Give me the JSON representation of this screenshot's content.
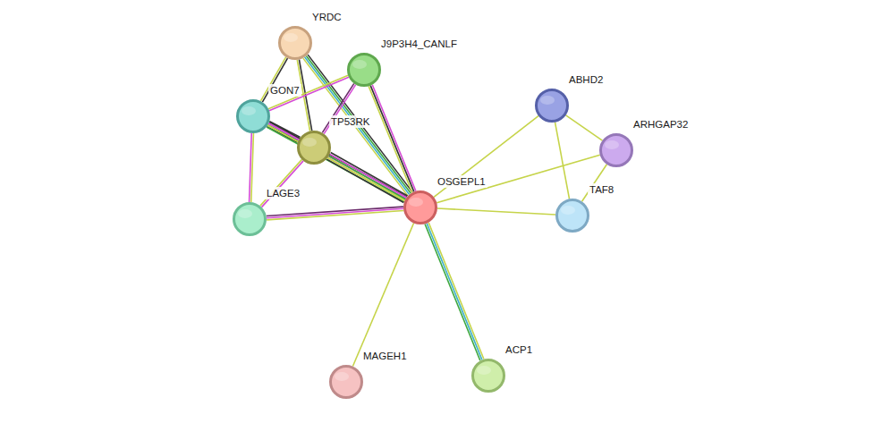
{
  "diagram": {
    "nodes": [
      {
        "text": [
          "YRDC"
        ]
      },
      {
        "text": [
          "J9P3H4_CANLF"
        ]
      },
      {
        "text": [
          "GON7"
        ]
      },
      {
        "text": [
          "TP53RK"
        ]
      },
      {
        "text": [
          "LAGE3"
        ]
      },
      {
        "text": [
          "OSGEPL1"
        ]
      },
      {
        "text": [
          "ABHD2"
        ]
      },
      {
        "text": [
          "ARHGAP32"
        ]
      },
      {
        "text": [
          "TAF8"
        ]
      },
      {
        "text": [
          "MAGEH1"
        ]
      },
      {
        "text": [
          "ACP1"
        ]
      }
    ],
    "edges": [
      {
        "from": 0,
        "to": 2,
        "arrow": "none"
      },
      {
        "from": 0,
        "to": 3,
        "arrow": "none"
      },
      {
        "from": 0,
        "to": 5,
        "arrow": "none"
      },
      {
        "from": 1,
        "to": 2,
        "arrow": "none"
      },
      {
        "from": 1,
        "to": 3,
        "arrow": "none"
      },
      {
        "from": 1,
        "to": 5,
        "arrow": "none"
      },
      {
        "from": 2,
        "to": 3,
        "arrow": "none"
      },
      {
        "from": 2,
        "to": 5,
        "arrow": "none"
      },
      {
        "from": 2,
        "to": 4,
        "arrow": "none"
      },
      {
        "from": 3,
        "to": 4,
        "arrow": "none"
      },
      {
        "from": 3,
        "to": 5,
        "arrow": "none"
      },
      {
        "from": 4,
        "to": 5,
        "arrow": "none"
      },
      {
        "from": 5,
        "to": 6,
        "arrow": "none"
      },
      {
        "from": 5,
        "to": 7,
        "arrow": "none"
      },
      {
        "from": 5,
        "to": 8,
        "arrow": "none"
      },
      {
        "from": 5,
        "to": 9,
        "arrow": "none"
      },
      {
        "from": 5,
        "to": 10,
        "arrow": "none"
      },
      {
        "from": 6,
        "to": 7,
        "arrow": "none"
      },
      {
        "from": 6,
        "to": 8,
        "arrow": "none"
      },
      {
        "from": 7,
        "to": 8,
        "arrow": "none"
      }
    ]
  }
}
